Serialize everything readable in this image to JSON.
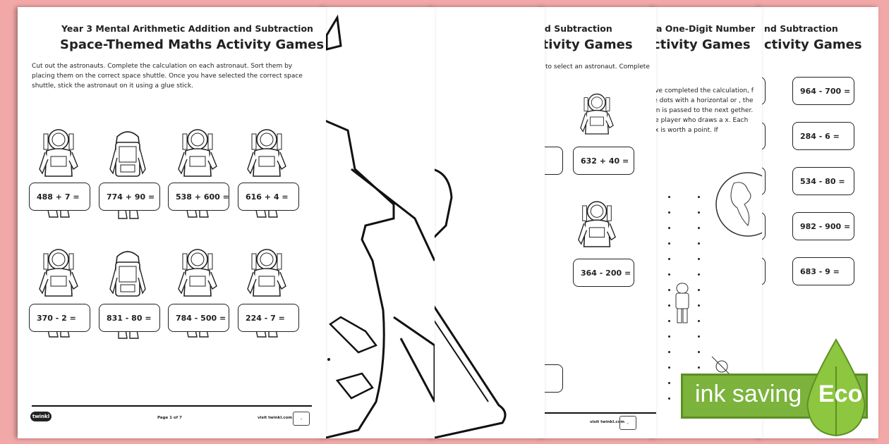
{
  "brand_colors": {
    "background": "#f3a8a8",
    "eco_green": "#7bb33c"
  },
  "page1": {
    "subtitle": "Year 3 Mental Arithmetic Addition and Subtraction",
    "title": "Space-Themed Maths Activity Games",
    "instructions": "Cut out the astronauts. Complete the calculation on each astronaut. Sort them by placing them on the correct space shuttle. Once you have selected the correct space shuttle, stick the astronaut on it using a glue stick.",
    "cards": [
      "488 + 7 =",
      "774 + 90 =",
      "538 + 600 =",
      "616 + 4 =",
      "370 - 2 =",
      "831 - 80 =",
      "784 - 500 =",
      "224 - 7 ="
    ],
    "footer_logo": "twinkl",
    "page_number": "Page 1 of 7",
    "footer_url": "visit twinkl.com"
  },
  "page4": {
    "subtitle": "nd Subtraction",
    "title": "ctivity Games",
    "instructions": "to select an astronaut. Complete",
    "cards": [
      "632 + 40 =",
      "364 - 200 ="
    ],
    "footer_url": "visit twinkl.com"
  },
  "page5": {
    "subtitle": "a One-Digit Number",
    "title": "ctivity Games",
    "instructions": "have completed the calculation, f the dots with a horizontal or , the turn is passed to the next gether. The player who draws a x. Each box is worth a point. If"
  },
  "page6": {
    "subtitle": "nd Subtraction",
    "title": "ctivity Games",
    "cards": [
      "964 - 700 =",
      "284 - 6 =",
      "534 - 80 =",
      "982 - 900 =",
      "683 - 9 ="
    ],
    "partial_value": "0"
  },
  "eco": {
    "text": "ink saving",
    "label": "Eco"
  }
}
